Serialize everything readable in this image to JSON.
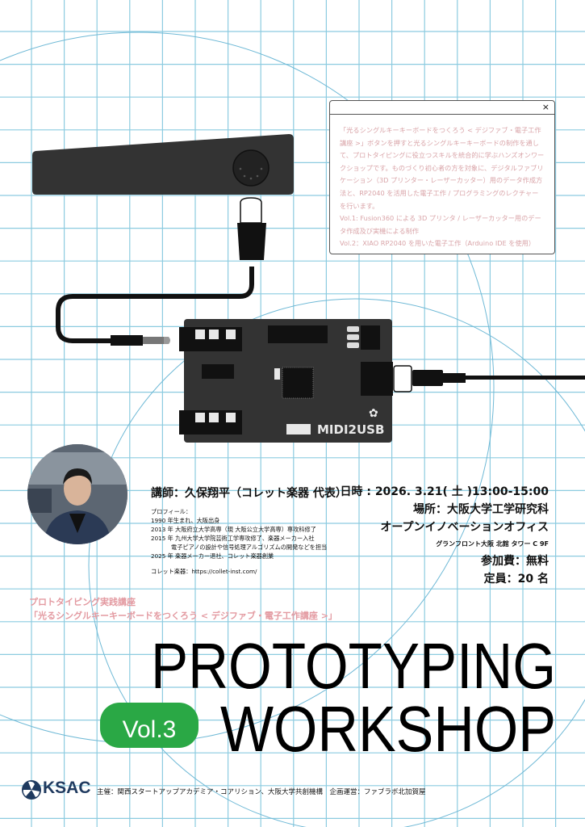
{
  "popup": {
    "close_label": "×",
    "paragraphs": [
      "「光るシングルキーキーボードをつくろう < デジファブ・電子工作講座 >」ボタンを押すと光るシングルキーキーボードの制作を通して、プロトタイピングに役立つスキルを統合的に学ぶハンズオンワークショップです。ものづくり初心者の方を対象に、デジタルファブリケーション（3D プリンター・レーザーカッター）用のデータ作成方法と、RP2040 を活用した電子工作 / プログラミングのレクチャーを行います。",
      "Vol.1: Fusion360 による 3D プリンタ / レーザーカッター用のデータ作成及び実機による制作",
      "Vol.2：XIAO RP2040 を用いた電子工作（Arduino IDE を使用）"
    ]
  },
  "board_label": "MIDI2USB",
  "instructor": {
    "title": "講師：久保翔平（コレット楽器 代表）",
    "profile_heading": "プロフィール：",
    "profile": [
      "1990 年生まれ、大阪出身",
      "2013 年 大阪府立大学高専（現 大阪公立大学高専）専攻科修了",
      "2015 年 九州大学大学院芸術工学専攻修了、楽器メーカー入社",
      "電子ピアノの設計や信号処理アルゴリズムの開発などを担当",
      "2025 年 楽器メーカー退社、コレット楽器創業"
    ],
    "link": "コレット楽器：https://collet-inst.com/"
  },
  "event": {
    "datetime": "日時 : 2026. 3.21( 土 )13:00-15:00",
    "place1": "場所：大阪大学工学研究科",
    "place2": "オープンイノベーションオフィス",
    "address": "グランフロント大阪 北館 タワー C 9F",
    "fee": "参加費：無料",
    "capacity": "定員：20 名"
  },
  "subtitle": {
    "line1": "プロトタイピング実践講座",
    "line2": "「光るシングルキーキーボードをつくろう < デジファブ・電子工作講座 >」"
  },
  "title": {
    "line1": "PROTOTYPING",
    "line2": "WORKSHOP",
    "vol": "Vol.3"
  },
  "footer": {
    "logo_text": "KSAC",
    "credits": "主催：関西スタートアップアカデミア・コアリション、大阪大学共創機構　企画運営：ファブラボ北加賀屋"
  },
  "colors": {
    "grid": "#8ccbe0",
    "accent_green": "#2aa845",
    "pink": "#e39aa1",
    "navy": "#1f3a5f",
    "device": "#333333"
  }
}
